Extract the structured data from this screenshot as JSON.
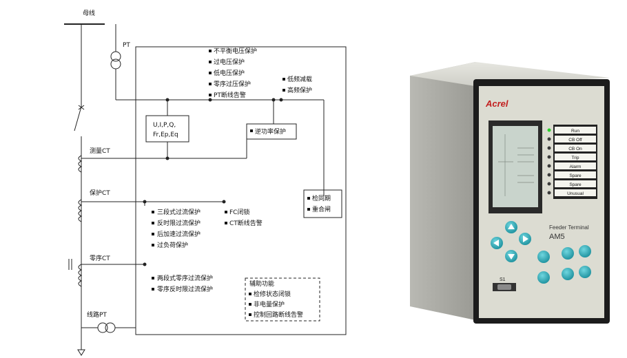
{
  "diagram": {
    "bus_label": "母线",
    "pt_label": "PT",
    "measure_ct": "测量CT",
    "protect_ct": "保护CT",
    "zero_ct": "零序CT",
    "line_pt": "线路PT",
    "measure_box": [
      "U,I,P,Q,",
      "Fr,Ep,Eq"
    ],
    "voltage_protections": [
      "不平衡电压保护",
      "过电压保护",
      "低电压保护",
      "零序过压保护",
      "PT断线告警"
    ],
    "freq_protections": [
      "低频减载",
      "高频保护"
    ],
    "reverse_power": "逆功率保护",
    "reclose": [
      "检同期",
      "重合闸"
    ],
    "overcurrent": [
      "三段式过流保护",
      "反时限过流保护",
      "后加速过流保护",
      "过负荷保护"
    ],
    "fc_items": [
      "FC闭锁",
      "CT断线告警"
    ],
    "zero_seq": [
      "两段式零序过流保护",
      "零序反时限过流保护"
    ],
    "aux_title": "辅助功能",
    "aux_items": [
      "检修状态闭锁",
      "非电量保护",
      "控制回路断线告警"
    ]
  },
  "device": {
    "brand": "Acrel",
    "model_line": "Feeder Terminal",
    "model": "AM5",
    "led_labels": [
      "Run",
      "CB Off",
      "CB On",
      "Trip",
      "Alarm",
      "Spare",
      "Spare",
      "Unusual"
    ],
    "port_label": "S1",
    "colors": {
      "panel": "#dcdcd2",
      "frame": "#1c1c1c",
      "key": "#2aa9b6",
      "led": "#2bd12b",
      "brand": "#c21f1f"
    },
    "nav_icons": [
      "arrow-up-icon",
      "arrow-left-icon",
      "arrow-right-icon",
      "arrow-down-icon"
    ],
    "func_keys": [
      "menu-key",
      "esc-key",
      "enter-key",
      "reset-key",
      "add-key",
      "f1-key"
    ]
  }
}
